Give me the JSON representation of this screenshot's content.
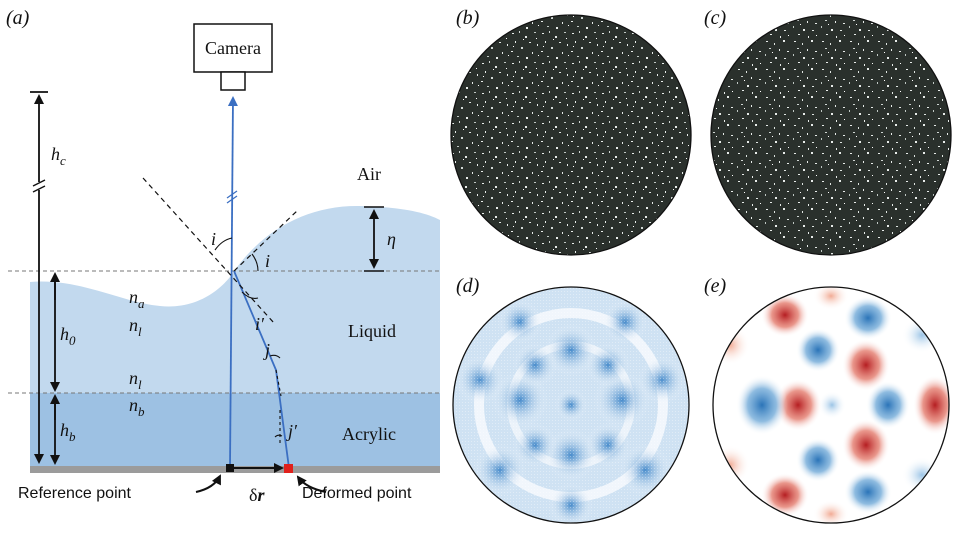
{
  "panel_labels": {
    "a": "(a)",
    "b": "(b)",
    "c": "(c)",
    "d": "(d)",
    "e": "(e)"
  },
  "schematic": {
    "camera_label": "Camera",
    "regions": {
      "air": "Air",
      "liquid": "Liquid",
      "acrylic": "Acrylic"
    },
    "heights": {
      "hc": {
        "base": "h",
        "sub": "c"
      },
      "h0": {
        "base": "h",
        "sub": "0"
      },
      "hb": {
        "base": "h",
        "sub": "b"
      },
      "eta": "η"
    },
    "refractive_indices": [
      {
        "base": "n",
        "sub": "a"
      },
      {
        "base": "n",
        "sub": "l"
      },
      {
        "base": "n",
        "sub": "l"
      },
      {
        "base": "n",
        "sub": "b"
      }
    ],
    "angles": {
      "i": "i",
      "i_reflected": "i",
      "i_prime": "i′",
      "j": "j",
      "j_prime": "j′"
    },
    "points": {
      "reference": "Reference point",
      "deformed": "Deformed point",
      "displacement": {
        "base": "δ",
        "bold": "r"
      }
    },
    "colors": {
      "air_bg": "#ffffff",
      "liquid": "#c2d9ee",
      "acrylic": "#9dc1e3",
      "floor": "#9b9b9b",
      "ray": "#3b6fc2",
      "deformed_marker": "#e0201b",
      "reference_marker": "#111111"
    }
  },
  "images": {
    "speckle_colors": {
      "bg": "#2a302c",
      "speck": "#e8ecea"
    },
    "d_color": "#3a84c8",
    "e_colors": {
      "positive": "#c52a2a",
      "negative": "#2b74b8",
      "zero": "#ffffff"
    }
  }
}
